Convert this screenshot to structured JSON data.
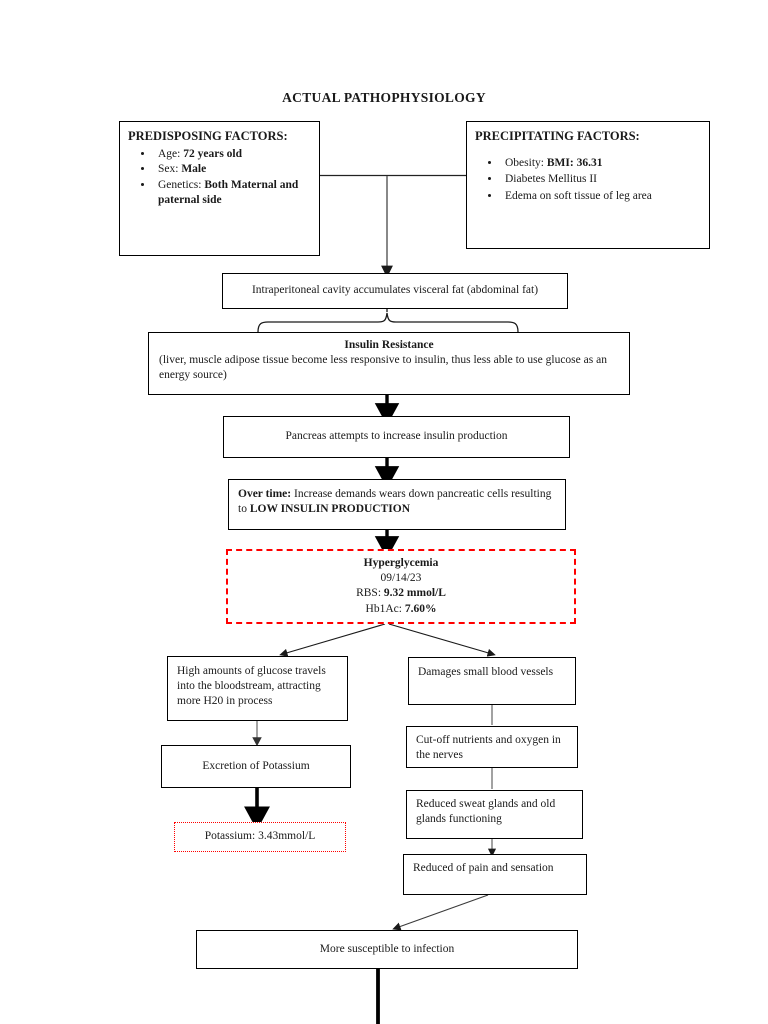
{
  "document": {
    "title": "ACTUAL PATHOPHYSIOLOGY"
  },
  "boxes": {
    "predisposing": {
      "heading": "PREDISPOSING FACTORS:",
      "items": [
        {
          "label": "Age:",
          "value": "72 years old"
        },
        {
          "label": "Sex:",
          "value": "Male"
        },
        {
          "label": "Genetics:",
          "value": "Both Maternal and paternal side"
        }
      ]
    },
    "precipitating": {
      "heading": "PRECIPITATING FACTORS:",
      "items": [
        {
          "label": "Obesity:",
          "value": "BMI: 36.31"
        },
        {
          "label": "Diabetes Mellitus II",
          "value": ""
        },
        {
          "label": "Edema on soft tissue of leg area",
          "value": ""
        }
      ]
    },
    "visceral_fat": {
      "text": "Intraperitoneal cavity accumulates visceral fat (abdominal fat)"
    },
    "insulin_resistance": {
      "title": "Insulin Resistance",
      "body": "(liver, muscle adipose tissue become less responsive to insulin, thus less able to use glucose as an energy source)"
    },
    "pancreas": {
      "text": "Pancreas attempts to increase insulin production"
    },
    "over_time": {
      "lead": "Over time:",
      "text_a": " Increase demands wears down pancreatic cells resulting to ",
      "emphasis": "LOW INSULIN PRODUCTION"
    },
    "hyperglycemia": {
      "title": "Hyperglycemia",
      "date": "09/14/23",
      "rbs_label": "RBS: ",
      "rbs_value": "9.32 mmol/L",
      "hba1c_label": "Hb1Ac: ",
      "hba1c_value": "7.60%"
    },
    "glucose_bloodstream": {
      "text": "High amounts of glucose travels into the bloodstream, attracting more H20 in process"
    },
    "excretion_potassium": {
      "text": "Excretion of Potassium"
    },
    "potassium_value": {
      "text": "Potassium: 3.43mmol/L"
    },
    "damages_vessels": {
      "text": "Damages small blood vessels"
    },
    "cutoff_nutrients": {
      "text": "Cut-off nutrients and oxygen in the nerves"
    },
    "reduced_sweat": {
      "text": "Reduced sweat glands and old glands functioning"
    },
    "reduced_pain": {
      "text": "Reduced of pain and sensation"
    },
    "susceptible_infection": {
      "text": "More susceptible to infection"
    }
  },
  "colors": {
    "alert_red": "#ff0000",
    "outline_black": "#000000",
    "connector_gray": "#555555"
  }
}
